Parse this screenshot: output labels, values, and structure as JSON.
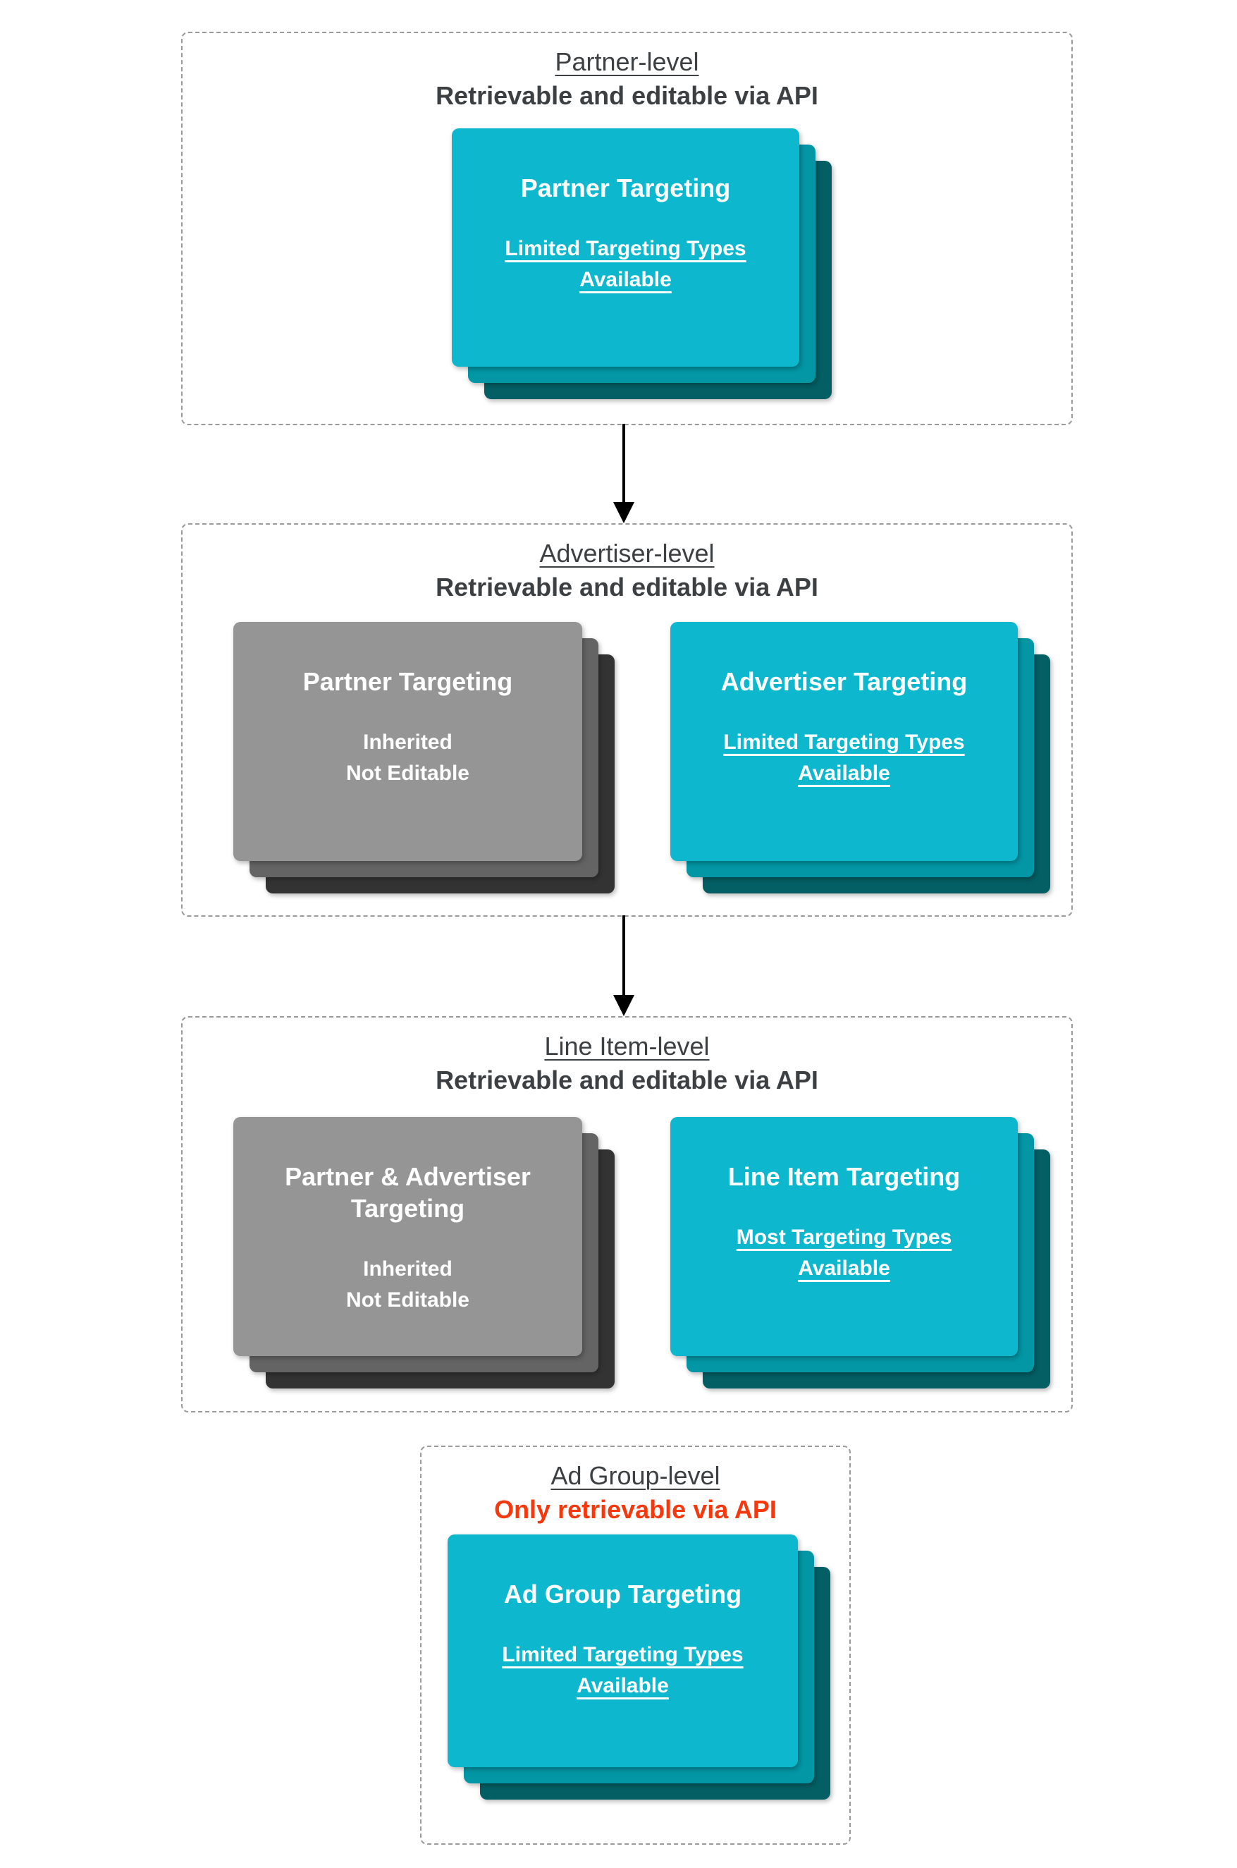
{
  "palette": {
    "panel_border": "#9a9a9a",
    "heading_text": "#3c4043",
    "alert_text": "#f5380e",
    "card_text": "#ffffff",
    "arrow": "#000000",
    "cyan_front": "#0db8ce",
    "cyan_mid": "#0396a4",
    "cyan_back": "#045f64",
    "gray_front": "#959595",
    "gray_mid": "#646464",
    "gray_back": "#333333"
  },
  "sections": [
    {
      "title": "Partner-level",
      "subtitle": "Retrievable and editable via API",
      "cards": [
        {
          "color": "cyan",
          "title": "Partner Targeting",
          "body": [
            "Limited Targeting Types Available"
          ]
        }
      ]
    },
    {
      "title": "Advertiser-level",
      "subtitle": "Retrievable and editable via API",
      "cards": [
        {
          "color": "gray",
          "title": "Partner Targeting",
          "body": [
            "Inherited",
            "Not Editable"
          ]
        },
        {
          "color": "cyan",
          "title": "Advertiser Targeting",
          "body": [
            "Limited Targeting Types Available"
          ]
        }
      ]
    },
    {
      "title": "Line Item-level",
      "subtitle": "Retrievable and editable via API",
      "cards": [
        {
          "color": "gray",
          "title": "Partner & Advertiser Targeting",
          "body": [
            "Inherited",
            "Not Editable"
          ]
        },
        {
          "color": "cyan",
          "title": "Line Item Targeting",
          "body": [
            "Most Targeting Types Available"
          ]
        }
      ]
    },
    {
      "title": "Ad Group-level",
      "subtitle": "Only retrievable via API",
      "cards": [
        {
          "color": "cyan",
          "title": "Ad Group Targeting",
          "body": [
            "Limited Targeting Types Available"
          ]
        }
      ]
    }
  ]
}
